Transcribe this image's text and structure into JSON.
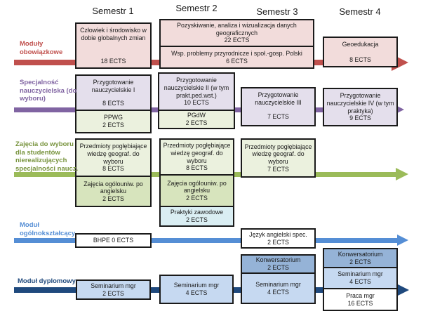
{
  "headers": [
    "Semestr 1",
    "Semestr 2",
    "Semestr 3",
    "Semestr 4"
  ],
  "modules": [
    {
      "label": "Moduły obowiązkowe",
      "text_color": "#C0504D",
      "arrow_color": "#C0504D"
    },
    {
      "label": "Specjalność nauczycielska (do wyboru)",
      "text_color": "#8064A2",
      "arrow_color": "#8064A2"
    },
    {
      "label": "Zajęcia do wyboru dla studentów nierealizujących specjalności naucz.",
      "text_color": "#77933C",
      "arrow_color": "#9BBB59"
    },
    {
      "label": "Moduł ogólnokształcący",
      "text_color": "#558ED5",
      "arrow_color": "#558ED5"
    },
    {
      "label": "Moduł dyplomowy",
      "text_color": "#1F497D",
      "arrow_color": "#1F497D"
    }
  ],
  "boxes": {
    "r1s1": {
      "title": "Człowiek i środowisko w dobie globalnych zmian",
      "ects": "18 ECTS"
    },
    "r1s23a": {
      "title": "Pozyskiwanie, analiza i wizualizacja danych geograficznych",
      "ects": "22 ECTS"
    },
    "r1s23b": {
      "title": "Wsp. problemy przyrodnicze i społ.-gosp. Polski",
      "ects": "6 ECTS"
    },
    "r1s4": {
      "title": "Geoedukacja",
      "ects": "8 ECTS"
    },
    "r2s1a": {
      "title": "Przygotowanie nauczycielskie I",
      "ects": "8 ECTS"
    },
    "r2s1b": {
      "title": "PPWG",
      "ects": "2 ECTS"
    },
    "r2s2a": {
      "title": "Przygotowanie nauczycielskie II (w tym prakt.ped.wst.)",
      "ects": "10 ECTS"
    },
    "r2s2b": {
      "title": "PGdW",
      "ects": "2 ECTS"
    },
    "r2s3": {
      "title": "Przygotowanie nauczycielskie III",
      "ects": "7 ECTS"
    },
    "r2s4": {
      "title": "Przygotowanie nauczycielskie IV (w tym praktyka)",
      "ects": "9 ECTS"
    },
    "r3s1a": {
      "title": "Przedmioty pogłębiające wiedzę geograf. do wyboru",
      "ects": "8 ECTS"
    },
    "r3s1b": {
      "title": "Zajęcia ogólouniw. po angielsku",
      "ects": "2 ECTS"
    },
    "r3s2a": {
      "title": "Przedmioty pogłębiające wiedzę geograf. do wyboru",
      "ects": "8 ECTS"
    },
    "r3s2b": {
      "title": "Zajęcia ogólouniw. po angielsku",
      "ects": "2 ECTS"
    },
    "r3s2c": {
      "title": "Praktyki zawodowe",
      "ects": "2 ECTS"
    },
    "r3s3": {
      "title": "Przedmioty pogłębiające wiedzę geograf. do wyboru",
      "ects": "7 ECTS"
    },
    "r4s1": {
      "title": "BHPE 0 ECTS",
      "ects": ""
    },
    "r4s3": {
      "title": "Język angielski spec.",
      "ects": "2 ECTS"
    },
    "r5s1": {
      "title": "Seminarium mgr",
      "ects": "2 ECTS"
    },
    "r5s2": {
      "title": "Seminarium mgr",
      "ects": "4 ECTS"
    },
    "r5s3a": {
      "title": "Konwersatorium",
      "ects": "2 ECTS"
    },
    "r5s3b": {
      "title": "Seminarium mgr",
      "ects": "4 ECTS"
    },
    "r5s4a": {
      "title": "Konwersatorium",
      "ects": "2 ECTS"
    },
    "r5s4b": {
      "title": "Seminarium mgr",
      "ects": "4 ECTS"
    },
    "r5s4c": {
      "title": "Praca mgr",
      "ects": "16 ECTS"
    }
  },
  "palette": {
    "row1_fill": "#F2DCDB",
    "lavender_fill": "#E4DFEC",
    "green_light_fill": "#EBF1DE",
    "green_fill": "#D7E4BD",
    "cyan_fill": "#DAEEF3",
    "blue_light_fill": "#C6D9F1",
    "blue_fill": "#95B3D7",
    "white_fill": "#FFFFFF",
    "border": "#1A1A1A"
  }
}
